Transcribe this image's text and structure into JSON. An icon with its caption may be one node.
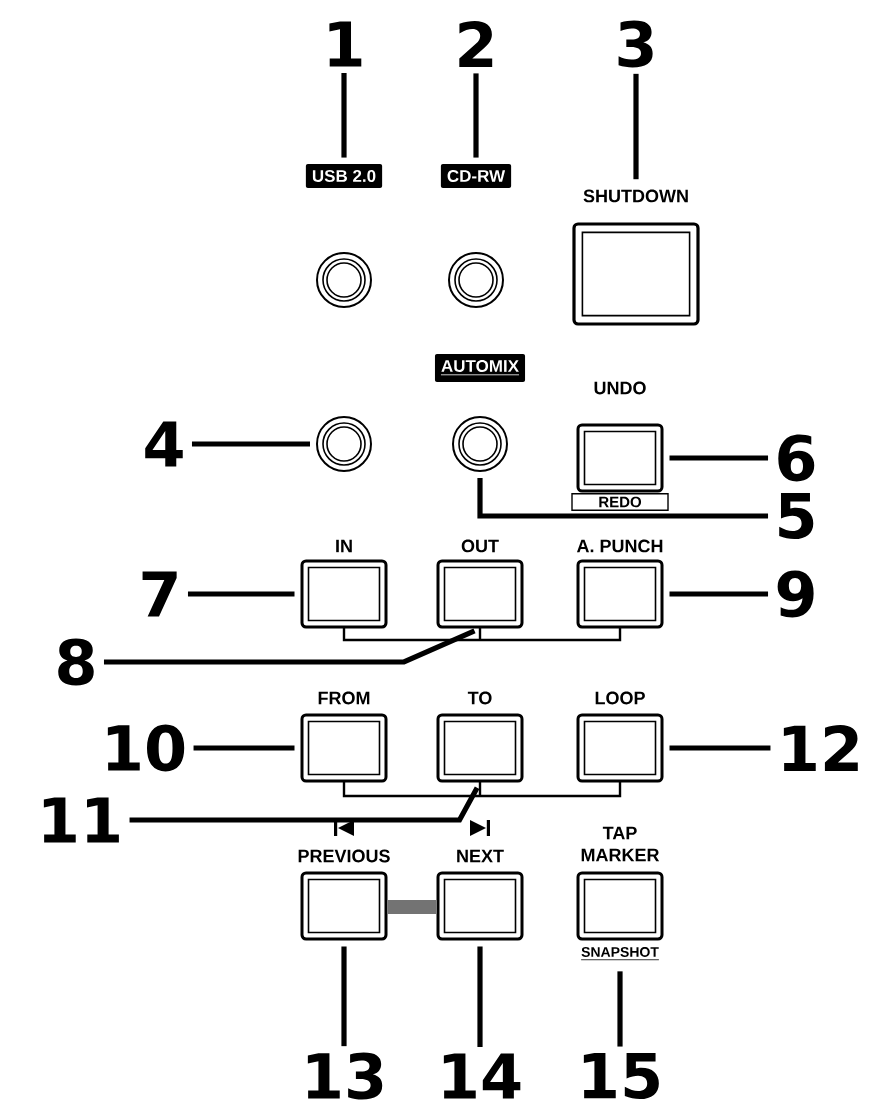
{
  "diagram": {
    "nodes": [
      {
        "text": [
          "1"
        ]
      },
      {
        "text": [
          "2"
        ]
      },
      {
        "text": [
          "3"
        ]
      },
      {
        "text": [
          "4"
        ]
      },
      {
        "text": [
          "5"
        ]
      },
      {
        "text": [
          "6"
        ]
      },
      {
        "text": [
          "7"
        ]
      },
      {
        "text": [
          "8"
        ]
      },
      {
        "text": [
          "9"
        ]
      },
      {
        "text": [
          "10"
        ]
      },
      {
        "text": [
          "11"
        ]
      },
      {
        "text": [
          "12"
        ]
      },
      {
        "text": [
          "13"
        ]
      },
      {
        "text": [
          "14"
        ]
      },
      {
        "text": [
          "15"
        ]
      },
      {
        "text": [
          "USB 2.0"
        ]
      },
      {
        "text": [
          "CD-RW"
        ]
      },
      {
        "text": [
          "SHUTDOWN"
        ]
      },
      {
        "text": [],
        "shape": "circle"
      },
      {
        "text": [
          "AUTOMIX"
        ]
      },
      {
        "text": [
          "UNDO",
          "REDO"
        ]
      },
      {
        "text": [
          "IN"
        ]
      },
      {
        "text": [
          "OUT"
        ]
      },
      {
        "text": [
          "A. PUNCH"
        ]
      },
      {
        "text": [
          "FROM"
        ]
      },
      {
        "text": [
          "TO"
        ]
      },
      {
        "text": [
          "LOOP"
        ]
      },
      {
        "text": [
          "PREVIOUS"
        ]
      },
      {
        "text": [
          "NEXT"
        ]
      },
      {
        "text": [
          "TAP MARKER",
          "SNAPSHOT"
        ]
      }
    ],
    "edges": [
      {
        "from": 0,
        "to": 15,
        "arrow": "none"
      },
      {
        "from": 1,
        "to": 16,
        "arrow": "none"
      },
      {
        "from": 2,
        "to": 17,
        "arrow": "none"
      },
      {
        "from": 3,
        "to": 18,
        "arrow": "none"
      },
      {
        "from": 4,
        "to": 19,
        "arrow": "none"
      },
      {
        "from": 5,
        "to": 20,
        "arrow": "none"
      },
      {
        "from": 6,
        "to": 21,
        "arrow": "none"
      },
      {
        "from": 7,
        "to": 22,
        "arrow": "none"
      },
      {
        "from": 8,
        "to": 23,
        "arrow": "none"
      },
      {
        "from": 9,
        "to": 24,
        "arrow": "none"
      },
      {
        "from": 10,
        "to": 25,
        "arrow": "none"
      },
      {
        "from": 11,
        "to": 26,
        "arrow": "none"
      },
      {
        "from": 12,
        "to": 27,
        "arrow": "none"
      },
      {
        "from": 13,
        "to": 28,
        "arrow": "none"
      },
      {
        "from": 14,
        "to": 29,
        "arrow": "none"
      }
    ]
  }
}
